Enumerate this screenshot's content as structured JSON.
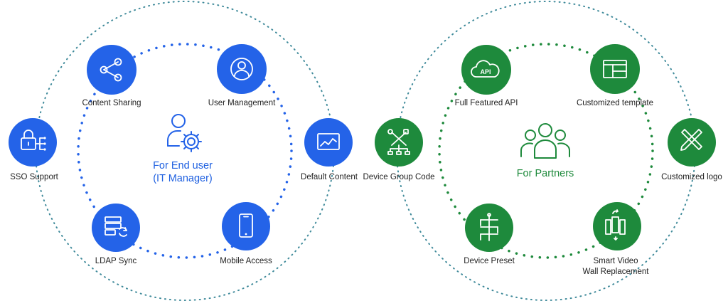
{
  "colors": {
    "blue": "#2463e8",
    "green": "#1e8a3c",
    "outer_dots": "#3f8a9a",
    "blue_text": "#1d5fe0",
    "green_text": "#1e8a3c"
  },
  "left_group": {
    "center_icon": "user-gear-icon",
    "center_title_line1": "For End user",
    "center_title_line2": "(IT Manager)",
    "nodes": [
      {
        "label": "Content Sharing",
        "icon": "share-icon"
      },
      {
        "label": "User Management",
        "icon": "user-circle-icon"
      },
      {
        "label": "SSO Support",
        "icon": "lock-network-icon"
      },
      {
        "label": "Default Content",
        "icon": "image-chart-icon"
      },
      {
        "label": "LDAP Sync",
        "icon": "server-sync-icon"
      },
      {
        "label": "Mobile Access",
        "icon": "mobile-icon"
      }
    ]
  },
  "right_group": {
    "center_icon": "people-group-icon",
    "center_title": "For Partners",
    "nodes": [
      {
        "label": "Full Featured API",
        "icon": "api-cloud-icon"
      },
      {
        "label": "Customized template",
        "icon": "template-icon"
      },
      {
        "label": "Device Group Code",
        "icon": "tools-network-icon"
      },
      {
        "label": "Customized logo",
        "icon": "pencil-ruler-icon"
      },
      {
        "label": "Device Preset",
        "icon": "sliders-icon"
      },
      {
        "label": "Smart Video",
        "label2": "Wall Replacement",
        "icon": "video-wall-icon"
      }
    ]
  }
}
